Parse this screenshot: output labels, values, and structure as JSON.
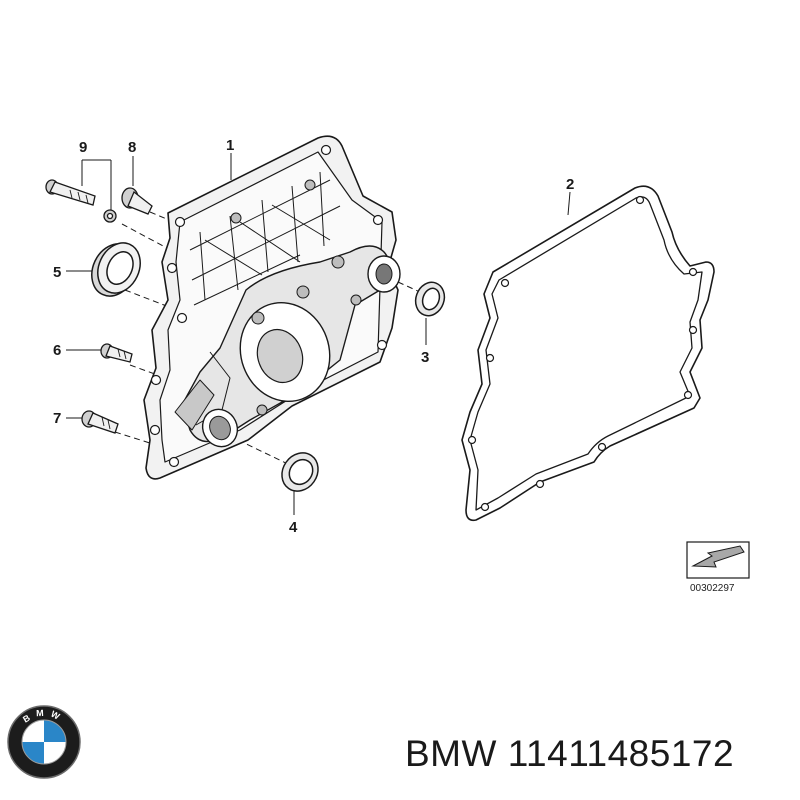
{
  "diagram": {
    "callouts": [
      "1",
      "2",
      "3",
      "4",
      "5",
      "6",
      "7",
      "8",
      "9"
    ],
    "reference_code": "00302297"
  },
  "logo": {
    "brand": "BMW",
    "letters": [
      "B",
      "M",
      "W"
    ],
    "icon": "bmw-roundel-icon"
  },
  "caption": {
    "text": "BMW 11411485172"
  },
  "colors": {
    "line": "#1a1a1a",
    "part_fill": "#f2f2f2",
    "shade": "#b5b5b5",
    "logo_blue": "#2a86c8",
    "logo_ring": "#1c1c1c"
  }
}
